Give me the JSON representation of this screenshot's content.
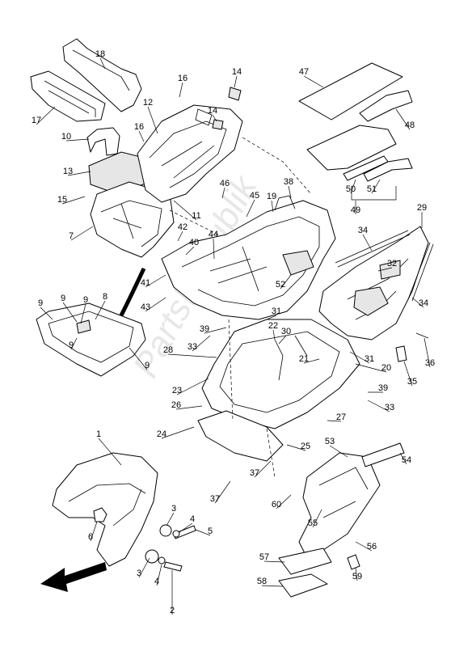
{
  "watermark": "PartsRepublik",
  "callouts": [
    "1",
    "2",
    "3",
    "3",
    "4",
    "4",
    "5",
    "6",
    "7",
    "8",
    "9",
    "9",
    "9",
    "9",
    "9",
    "10",
    "11",
    "12",
    "13",
    "14",
    "14",
    "15",
    "16",
    "16",
    "17",
    "18",
    "19",
    "20",
    "21",
    "22",
    "23",
    "24",
    "25",
    "26",
    "27",
    "28",
    "29",
    "30",
    "31",
    "31",
    "32",
    "33",
    "33",
    "34",
    "34",
    "35",
    "36",
    "37",
    "37",
    "38",
    "39",
    "39",
    "40",
    "41",
    "42",
    "43",
    "44",
    "45",
    "46",
    "47",
    "48",
    "49",
    "50",
    "51",
    "52",
    "53",
    "54",
    "55",
    "56",
    "57",
    "58",
    "59",
    "60"
  ]
}
